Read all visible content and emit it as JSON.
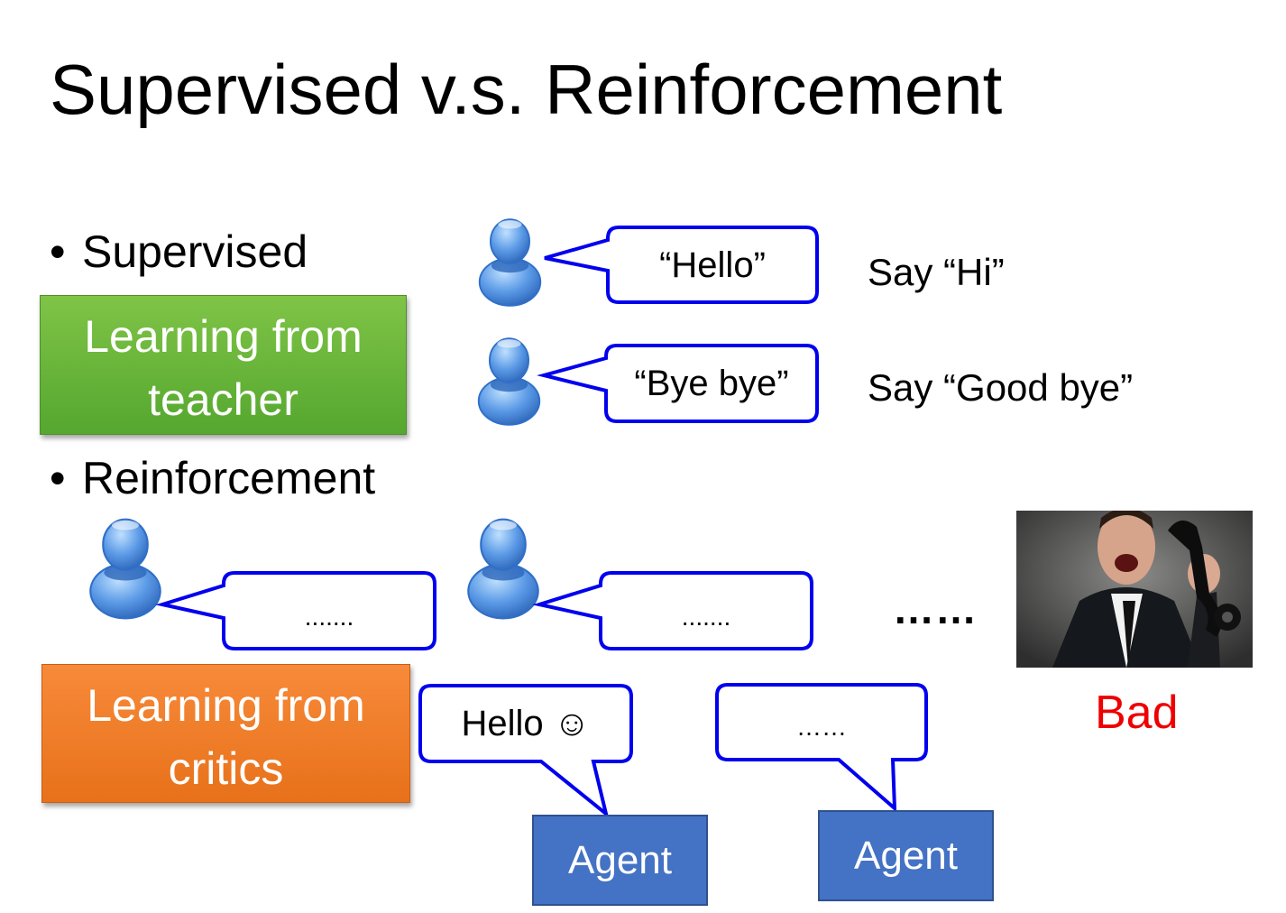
{
  "title": "Supervised v.s. Reinforcement",
  "bullets": {
    "supervised": "Supervised",
    "reinforcement": "Reinforcement"
  },
  "badges": {
    "teacher": [
      "Learning from",
      "teacher"
    ],
    "critics": [
      "Learning from",
      "critics"
    ]
  },
  "supervised_rows": [
    {
      "speech": "“Hello”",
      "response": "Say “Hi”"
    },
    {
      "speech": "“Bye bye”",
      "response": "Say “Good bye”"
    }
  ],
  "reinforcement": {
    "user_bubble_1": ".......",
    "user_bubble_2": ".......",
    "ellipsis": "……",
    "agent_bubble_1": "Hello ☺",
    "agent_bubble_2": "……",
    "agent_label_1": "Agent",
    "agent_label_2": "Agent",
    "feedback": "Bad"
  },
  "colors": {
    "bubble_border": "#0000ee",
    "person_blue": "#4f8fdc",
    "green_badge": "#6ab43d",
    "orange_badge": "#f07c28",
    "agent_box": "#4472c4",
    "bad_text": "#ee0000"
  },
  "icons": [
    "person-icon",
    "photo-angry-man-phone"
  ]
}
